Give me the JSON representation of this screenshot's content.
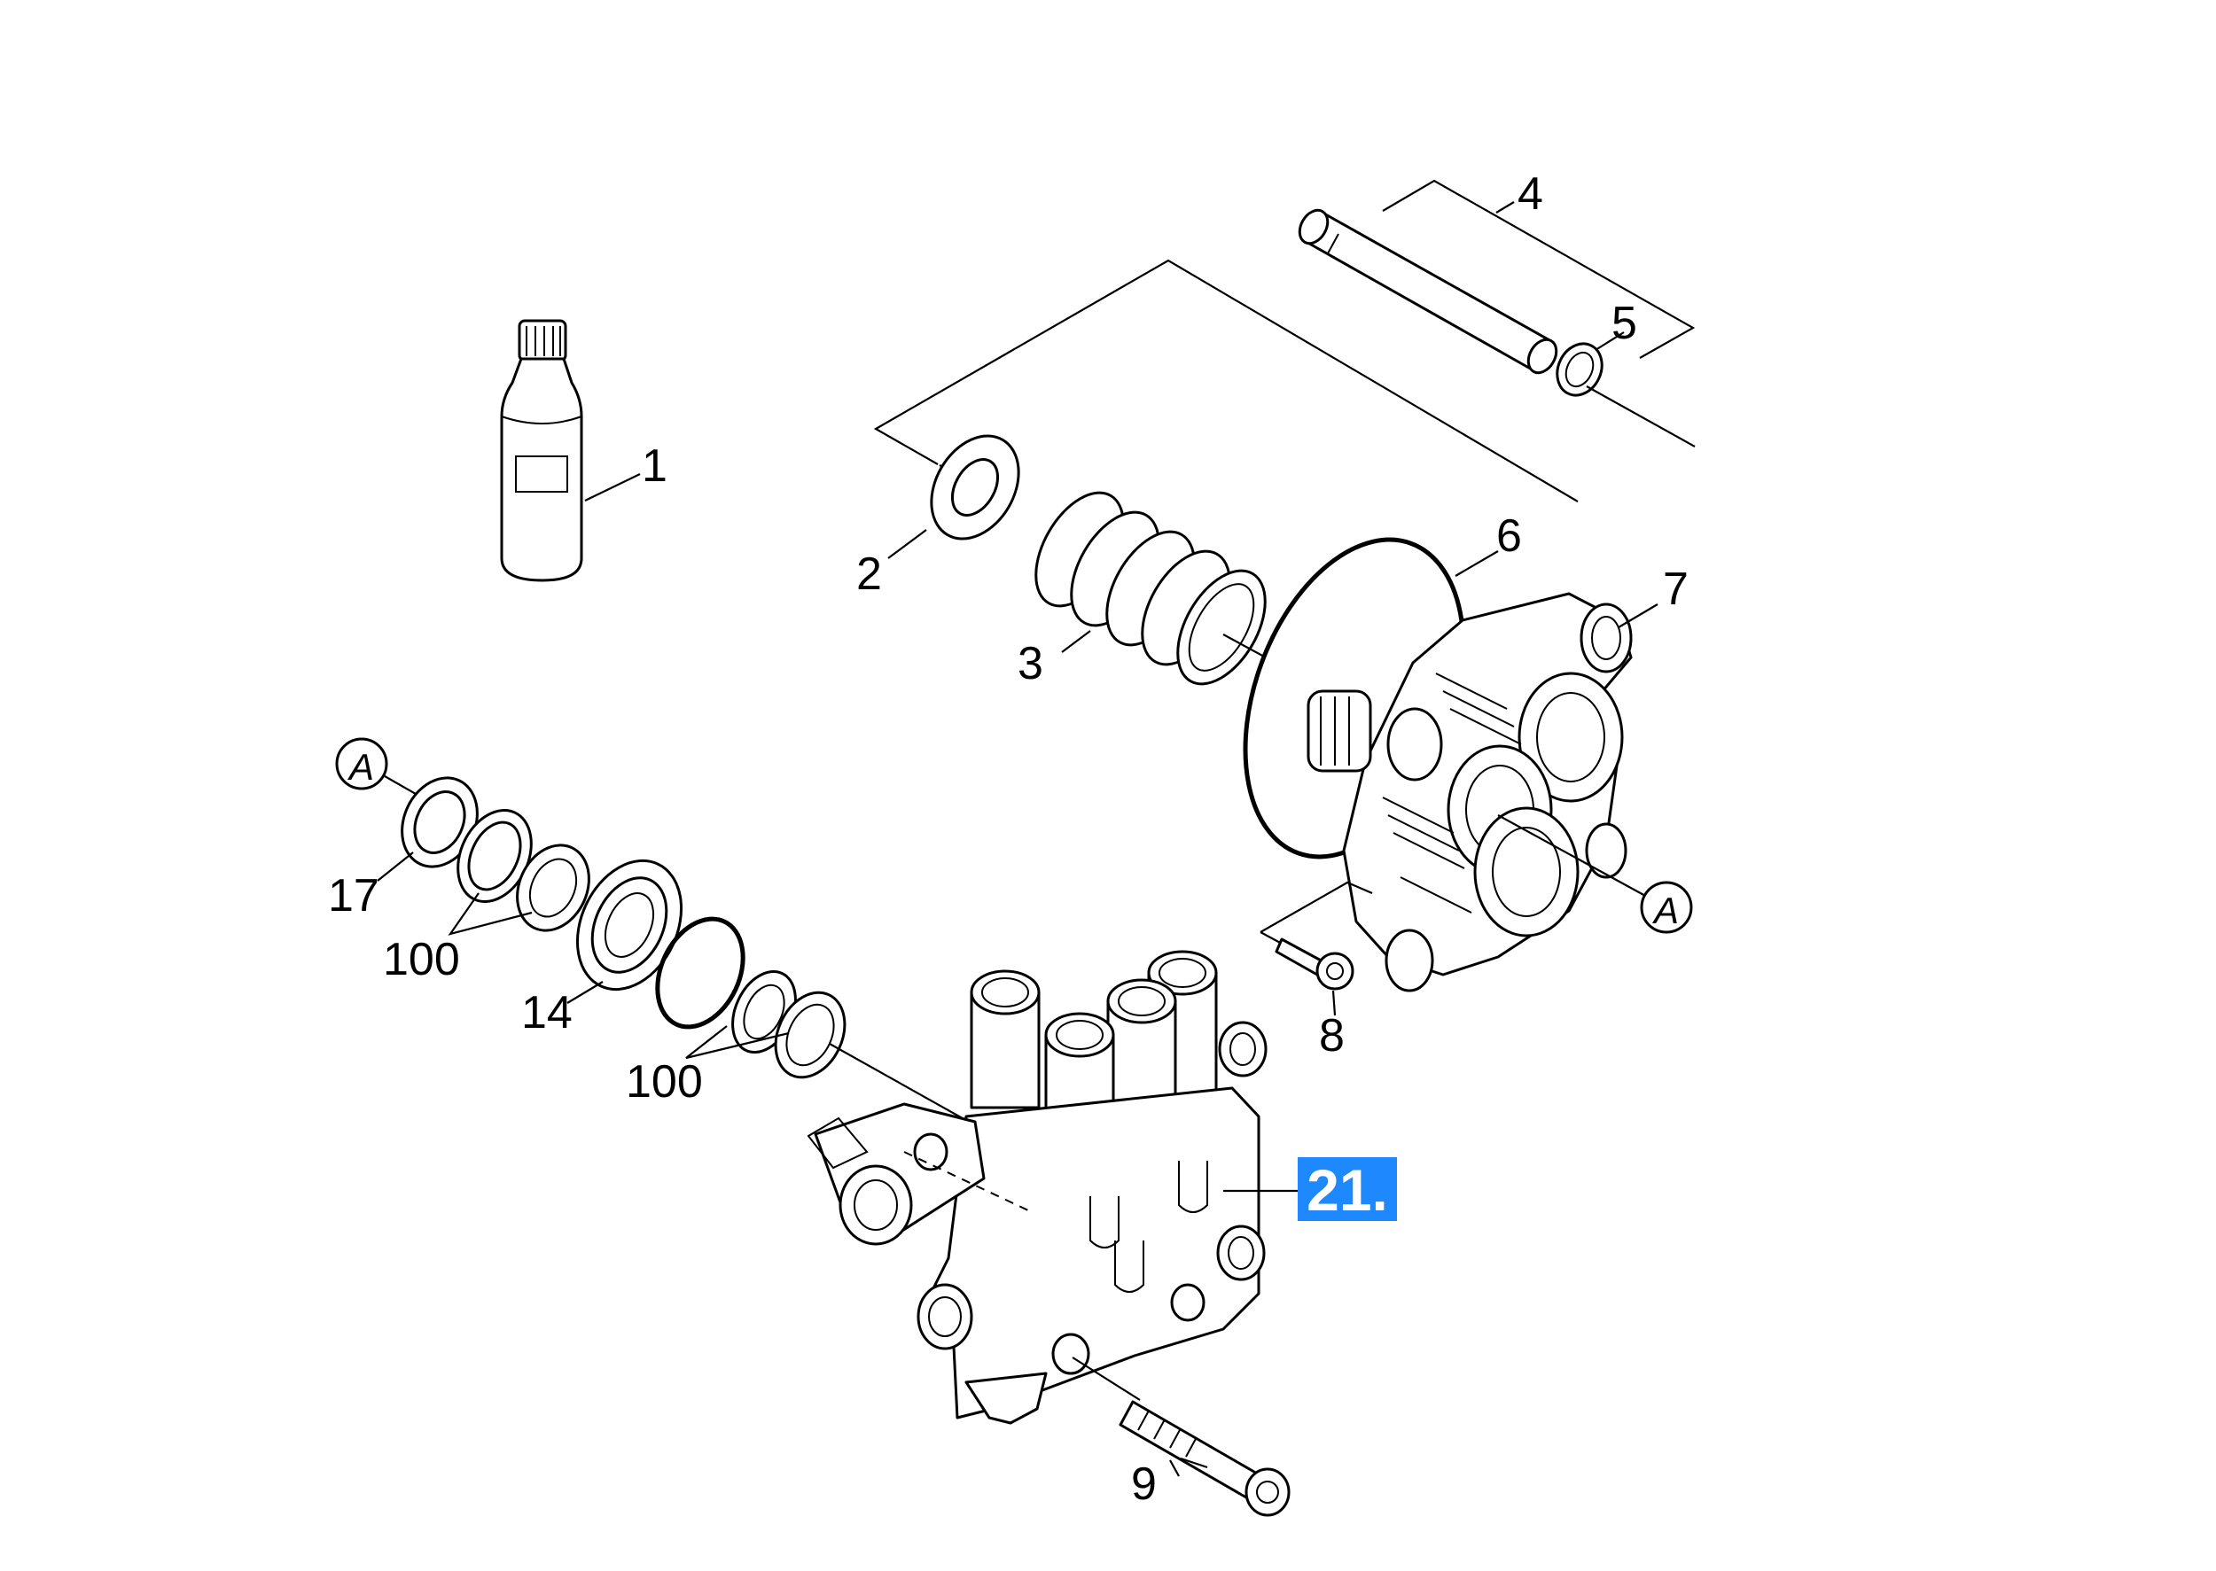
{
  "callout": {
    "label": "21.",
    "color": "#1e88ff"
  },
  "labels": {
    "p1": "1",
    "p2": "2",
    "p3": "3",
    "p4": "4",
    "p5": "5",
    "p6": "6",
    "p7": "7",
    "p8": "8",
    "p9": "9",
    "p14": "14",
    "p17": "17",
    "p100a": "100",
    "p100b": "100",
    "markerA1": "A",
    "markerA2": "A"
  }
}
